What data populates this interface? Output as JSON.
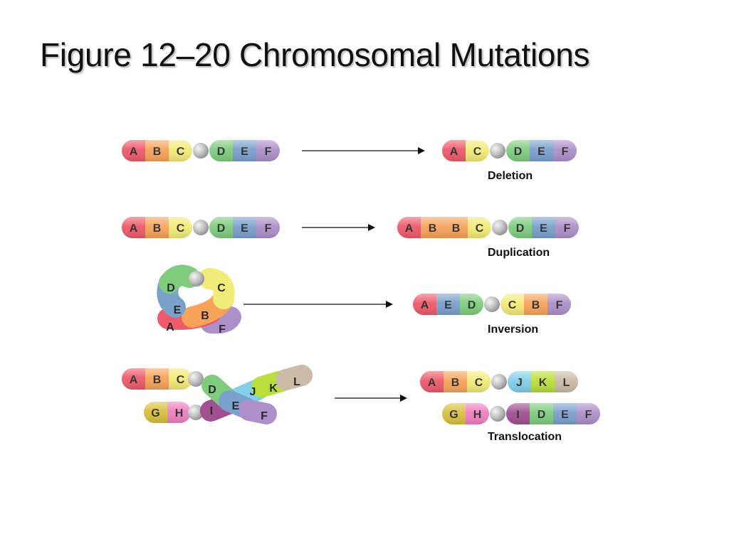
{
  "title": "Figure 12–20 Chromosomal Mutations",
  "colors": {
    "A": "#ee5a6a",
    "B": "#f7a35a",
    "C": "#f2eb78",
    "D": "#7fcc7f",
    "E": "#7aa0cc",
    "F": "#ad90c9",
    "G": "#d8c040",
    "H": "#ef80c0",
    "I": "#a24f92",
    "J": "#82cfea",
    "K": "#b8df3c",
    "L": "#cbbba7",
    "centromere": "#bdbdbd"
  },
  "rows": [
    {
      "name": "Deletion",
      "label": "Deletion",
      "before": [
        "A",
        "B",
        "C",
        "o",
        "D",
        "E",
        "F"
      ],
      "after": [
        "A",
        "C",
        "o",
        "D",
        "E",
        "F"
      ]
    },
    {
      "name": "Duplication",
      "label": "Duplication",
      "before": [
        "A",
        "B",
        "C",
        "o",
        "D",
        "E",
        "F"
      ],
      "after": [
        "A",
        "B",
        "B",
        "C",
        "o",
        "D",
        "E",
        "F"
      ]
    },
    {
      "name": "Inversion",
      "label": "Inversion",
      "before_loop": [
        "D",
        "C",
        "E",
        "B",
        "A",
        "F"
      ],
      "after": [
        "A",
        "E",
        "D",
        "o",
        "C",
        "B",
        "F"
      ]
    },
    {
      "name": "Translocation",
      "label": "Translocation",
      "before_top": [
        "A",
        "B",
        "C",
        "o",
        "D",
        "E",
        "F"
      ],
      "before_bottom": [
        "G",
        "H",
        "o",
        "I",
        "J",
        "K",
        "L"
      ],
      "after_top": [
        "A",
        "B",
        "C",
        "o",
        "J",
        "K",
        "L"
      ],
      "after_bottom": [
        "G",
        "H",
        "o",
        "I",
        "D",
        "E",
        "F"
      ]
    }
  ]
}
